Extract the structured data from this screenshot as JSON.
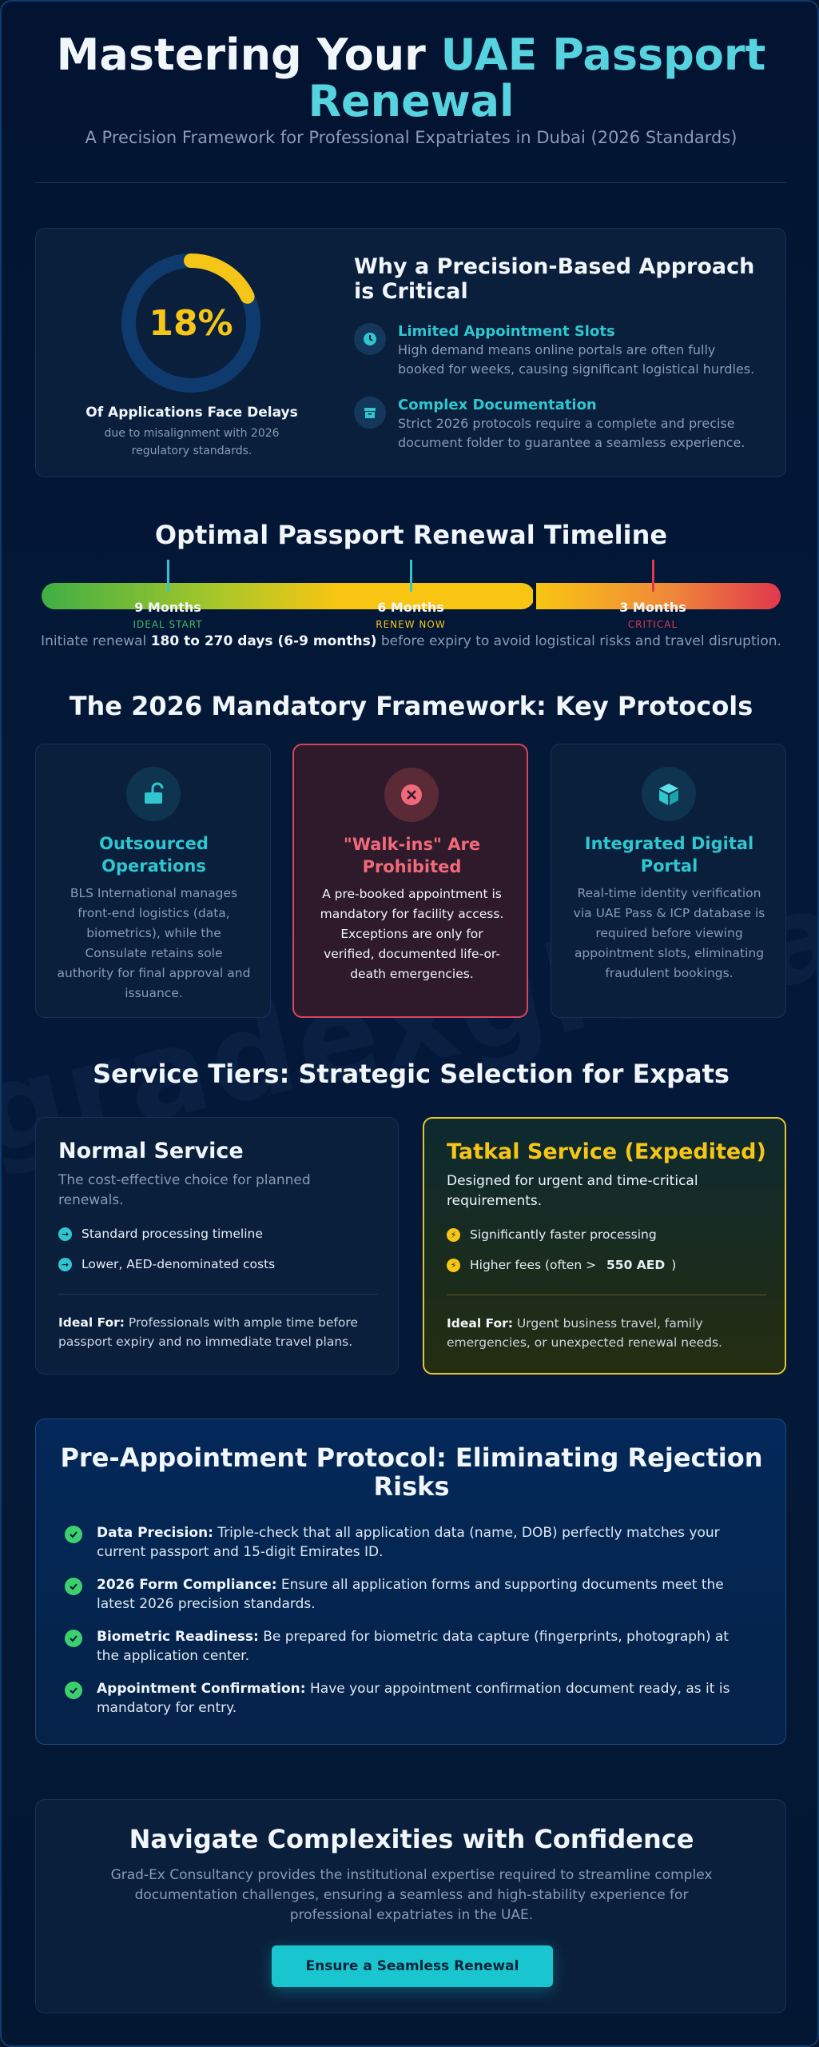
{
  "header": {
    "title_part1": "Mastering Your ",
    "title_part2": "UAE Passport",
    "title_part3": "Renewal",
    "subtitle": "A Precision Framework for Professional Expatriates in Dubai (2026 Standards)"
  },
  "watermark": "gradexglobal.com",
  "stats": {
    "percent": 18,
    "percent_label": "18%",
    "label": "Of Applications Face Delays",
    "note": "due to misalignment with 2026 regulatory standards.",
    "why_title": "Why a Precision-Based Approach is Critical",
    "items": [
      {
        "icon": "clock-icon",
        "title": "Limited Appointment Slots",
        "text": "High demand means online portals are often fully booked for weeks, causing significant logistical hurdles."
      },
      {
        "icon": "archive-icon",
        "title": "Complex Documentation",
        "text": "Strict 2026 protocols require a complete and precise document folder to guarantee a seamless experience."
      }
    ]
  },
  "timeline": {
    "title": "Optimal Passport Renewal Timeline",
    "points": [
      {
        "label": "9 Months",
        "sub": "IDEAL START",
        "color": "#3fbf6a"
      },
      {
        "label": "6 Months",
        "sub": "RENEW NOW",
        "color": "#f5c518"
      },
      {
        "label": "3 Months",
        "sub": "CRITICAL",
        "color": "#e0384d"
      }
    ],
    "note_pre": "Initiate renewal ",
    "note_bold": "180 to 270 days (6-9 months)",
    "note_post": " before expiry to avoid logistical risks and travel disruption."
  },
  "protocols": {
    "title": "The 2026 Mandatory Framework: Key Protocols",
    "cards": [
      {
        "icon": "unlock-icon",
        "title": "Outsourced Operations",
        "text": "BLS International manages front-end logistics (data, biometrics), while the Consulate retains sole authority for final approval and issuance."
      },
      {
        "icon": "close-icon",
        "title": "\"Walk-ins\" Are Prohibited",
        "text": "A pre-booked appointment is mandatory for facility access. Exceptions are only for verified, documented life-or-death emergencies."
      },
      {
        "icon": "cube-icon",
        "title": "Integrated Digital Portal",
        "text": "Real-time identity verification via UAE Pass & ICP database is required before viewing appointment slots, eliminating fraudulent bookings."
      }
    ]
  },
  "tiers": {
    "title": "Service Tiers: Strategic Selection for Expats",
    "normal": {
      "title": "Normal Service",
      "desc": "The cost-effective choice for planned renewals.",
      "bullets": [
        "Standard processing timeline",
        "Lower, AED-denominated costs"
      ],
      "ideal_label": "Ideal For:",
      "ideal_text": " Professionals with ample time before passport expiry and no immediate travel plans."
    },
    "tatkal": {
      "title": "Tatkal Service (Expedited)",
      "desc": "Designed for urgent and time-critical requirements.",
      "bullet1": "Significantly faster processing",
      "bullet2_pre": "Higher fees (often > ",
      "bullet2_bold": "550 AED",
      "bullet2_post": ")",
      "ideal_label": "Ideal For:",
      "ideal_text": " Urgent business travel, family emergencies, or unexpected renewal needs."
    }
  },
  "pre_appointment": {
    "title": "Pre-Appointment Protocol: Eliminating Rejection Risks",
    "items": [
      {
        "bold": "Data Precision:",
        "text": " Triple-check that all application data (name, DOB) perfectly matches your current passport and 15-digit Emirates ID."
      },
      {
        "bold": "2026 Form Compliance:",
        "text": " Ensure all application forms and supporting documents meet the latest 2026 precision standards."
      },
      {
        "bold": "Biometric Readiness:",
        "text": " Be prepared for biometric data capture (fingerprints, photograph) at the application center."
      },
      {
        "bold": "Appointment Confirmation:",
        "text": " Have your appointment confirmation document ready, as it is mandatory for entry."
      }
    ]
  },
  "cta": {
    "title": "Navigate Complexities with Confidence",
    "text": "Grad-Ex Consultancy provides the institutional expertise required to streamline complex documentation challenges, ensuring a seamless and high-stability experience for professional expatriates in the UAE.",
    "button": "Ensure a Seamless Renewal"
  },
  "colors": {
    "accent": "#2fc6cf",
    "warning": "#f5c518",
    "danger": "#e0384d",
    "success": "#3ccf6e"
  }
}
